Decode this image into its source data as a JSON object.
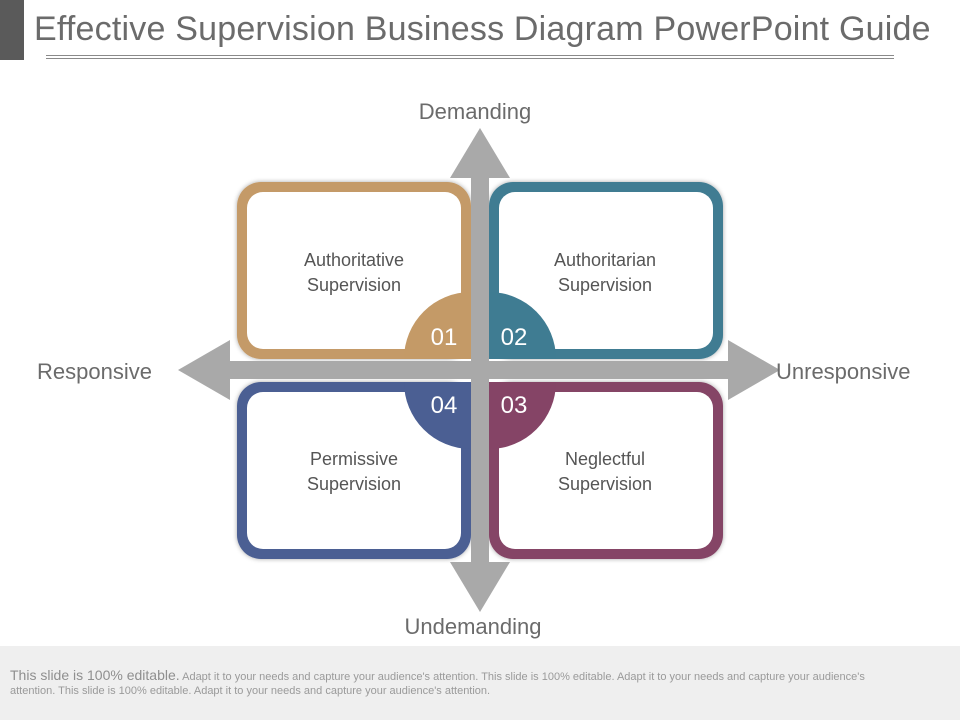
{
  "title": "Effective Supervision Business Diagram PowerPoint Guide",
  "axes": {
    "top": "Demanding",
    "bottom": "Undemanding",
    "left": "Responsive",
    "right": "Unresponsive"
  },
  "quadrants": [
    {
      "number": "01",
      "line1": "Authoritative",
      "line2": "Supervision",
      "color": "#c49a67"
    },
    {
      "number": "02",
      "line1": "Authoritarian",
      "line2": "Supervision",
      "color": "#3f7c92"
    },
    {
      "number": "03",
      "line1": "Neglectful",
      "line2": "Supervision",
      "color": "#854466"
    },
    {
      "number": "04",
      "line1": "Permissive",
      "line2": "Supervision",
      "color": "#4b5f93"
    }
  ],
  "colors": {
    "arrow": "#a9a9a9",
    "title": "#6b6b6b"
  },
  "footer": {
    "lead": "This slide is 100% editable.",
    "body": "Adapt it to your needs and capture your audience's attention. This slide is 100% editable. Adapt it to your needs and capture your audience's attention. This slide is 100% editable. Adapt it to your needs and capture your audience's attention."
  }
}
